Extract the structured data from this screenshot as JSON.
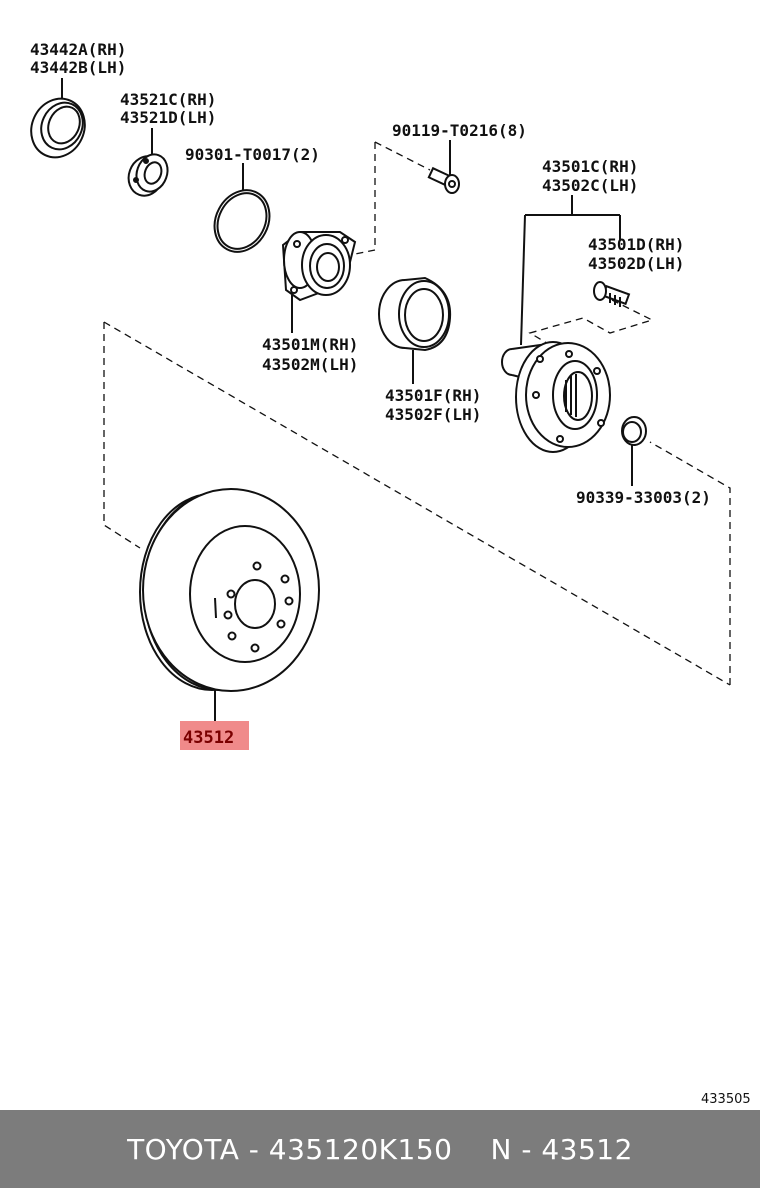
{
  "diagram": {
    "ref_code": "433505",
    "labels": {
      "seal_rh": "43442A(RH)",
      "seal_lh": "43442B(LH)",
      "retainer_rh": "43521C(RH)",
      "retainer_lh": "43521D(LH)",
      "oring": "90301-T0017(2)",
      "bolt": "90119-T0216(8)",
      "hub_rh": "43501C(RH)",
      "hub_lh": "43502C(LH)",
      "hubbolt_rh": "43501D(RH)",
      "hubbolt_lh": "43502D(LH)",
      "bearing_rh": "43501M(RH)",
      "bearing_lh": "43502M(LH)",
      "seal2_rh": "43501F(RH)",
      "seal2_lh": "43502F(LH)",
      "nut": "90339-33003(2)",
      "disc": "43512"
    },
    "highlight_color": "#f08a8a"
  },
  "footer": {
    "brand_part": "TOYOTA - 435120K150",
    "number": "N - 43512"
  }
}
